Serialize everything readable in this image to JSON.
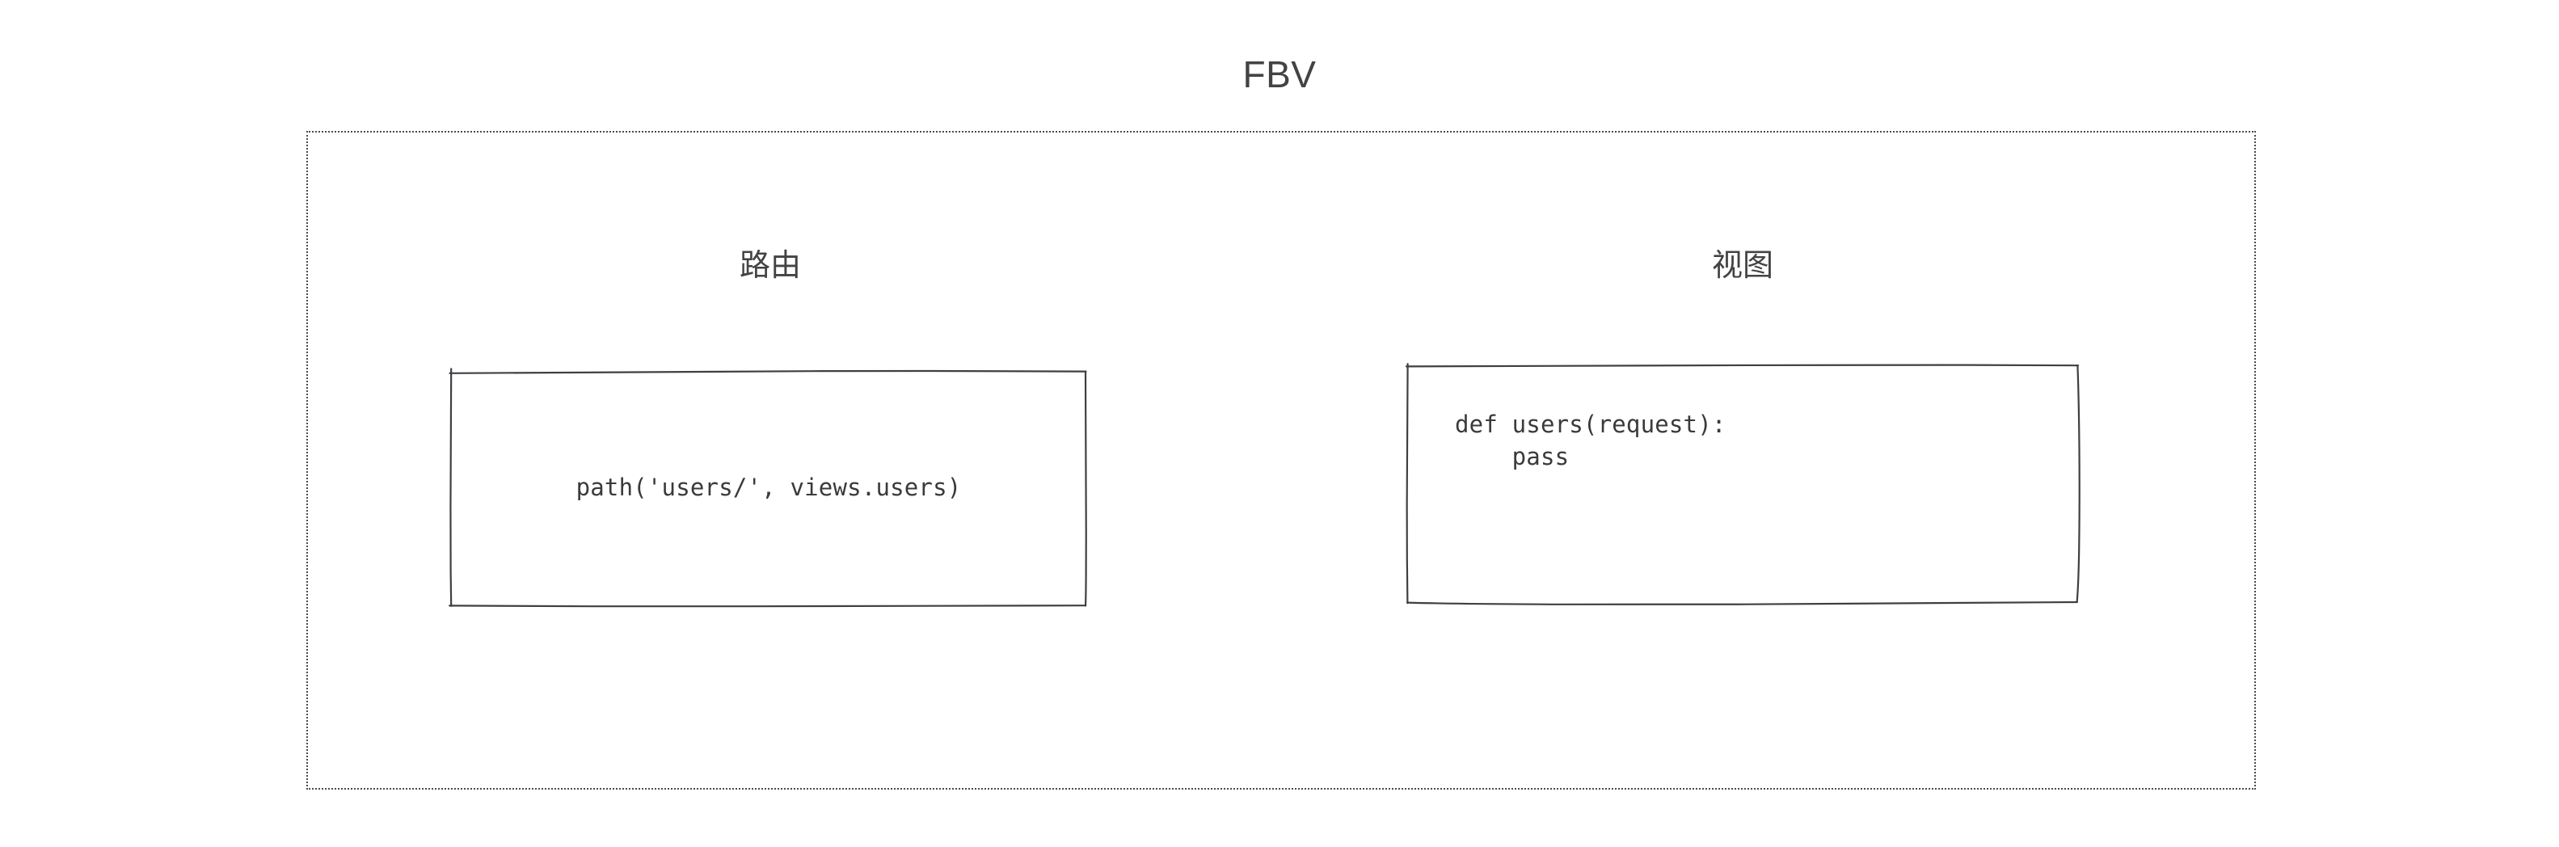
{
  "diagram": {
    "title": "FBV",
    "title_color": "#434343",
    "background_color": "#ffffff",
    "frame": {
      "name": "dotted-container",
      "border_style": "dotted",
      "border_color": "#4a4a4a"
    },
    "groups": [
      {
        "id": "route",
        "label": "路由",
        "box": {
          "name": "route-code-box",
          "stroke_color": "#3d4043",
          "fill": "transparent",
          "style": "hand-drawn"
        },
        "code": "path('users/', views.users)",
        "code_align": "center"
      },
      {
        "id": "view",
        "label": "视图",
        "box": {
          "name": "view-code-box",
          "stroke_color": "#3d4043",
          "fill": "transparent",
          "style": "hand-drawn"
        },
        "code": "def users(request):\n    pass",
        "code_align": "left"
      }
    ]
  }
}
